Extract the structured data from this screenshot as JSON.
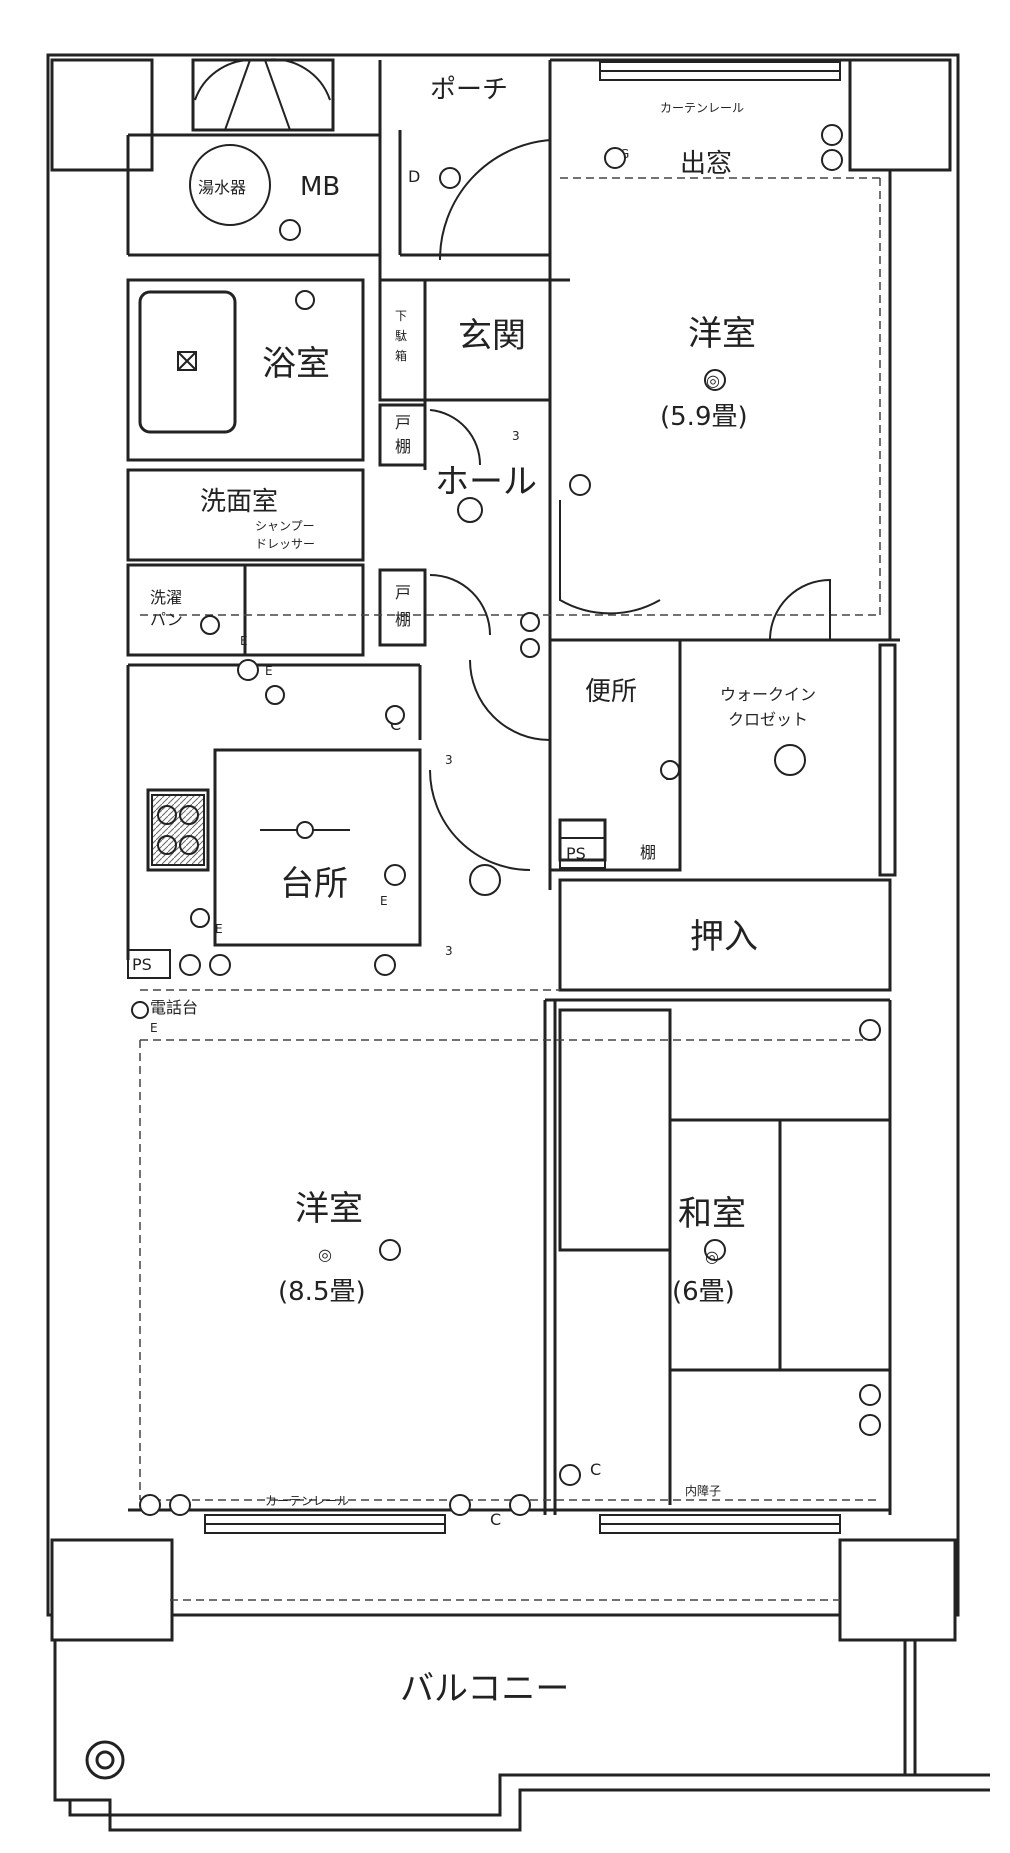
{
  "rooms": {
    "porch": "ポーチ",
    "water_heater": "湯水器",
    "mb": "MB",
    "bath": "浴室",
    "washroom": "洗面室",
    "shampoo_dresser_1": "シャンプー",
    "shampoo_dresser_2": "ドレッサー",
    "laundry_1": "洗濯",
    "laundry_2": "パン",
    "entrance": "玄関",
    "shoe_box_1": "下",
    "shoe_box_2": "駄",
    "shoe_box_3": "箱",
    "closet_door_1": "戸",
    "closet_door_2": "棚",
    "hall": "ホール",
    "western_room_1": "洋室",
    "western_room_1_size": "(5.9畳)",
    "bay_window": "出窓",
    "curtain_rail": "カーテンレール",
    "toilet": "便所",
    "walk_in_closet_1": "ウォークイン",
    "walk_in_closet_2": "クロゼット",
    "ps": "PS",
    "shelf": "棚",
    "kitchen": "台所",
    "phone_stand": "電話台",
    "storage": "押入",
    "western_room_2": "洋室",
    "western_room_2_size": "(8.5畳)",
    "japanese_room": "和室",
    "japanese_room_size": "(6畳)",
    "inner_lattice": "内障子",
    "balcony": "バルコニー",
    "light_symbol": "◎",
    "mark_e": "E",
    "mark_c": "C",
    "mark_d": "D",
    "mark_g": "G",
    "mark_3": "3"
  },
  "colors": {
    "line": "#222222",
    "dashed": "#444444"
  }
}
